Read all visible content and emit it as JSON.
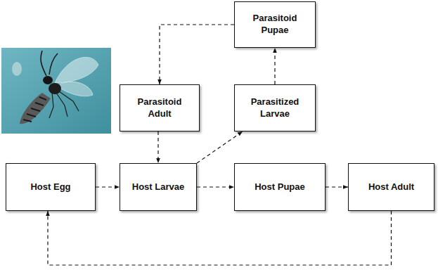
{
  "diagram": {
    "nodes": [
      {
        "text": [
          "Parasitoid Pupae"
        ]
      },
      {
        "text": [
          "Parasitoid Adult"
        ]
      },
      {
        "text": [
          "Parasitized Larvae"
        ]
      },
      {
        "text": [
          "Host Egg"
        ]
      },
      {
        "text": [
          "Host Larvae"
        ]
      },
      {
        "text": [
          "Host Pupae"
        ]
      },
      {
        "text": [
          "Host Adult"
        ]
      }
    ],
    "edges": [
      {
        "from": 0,
        "to": 1,
        "arrow": "to"
      },
      {
        "from": 1,
        "to": 4,
        "arrow": "to"
      },
      {
        "from": 4,
        "to": 2,
        "arrow": "to"
      },
      {
        "from": 2,
        "to": 0,
        "arrow": "to"
      },
      {
        "from": 3,
        "to": 4,
        "arrow": "to"
      },
      {
        "from": 4,
        "to": 5,
        "arrow": "to"
      },
      {
        "from": 5,
        "to": 6,
        "arrow": "to"
      },
      {
        "from": 6,
        "to": 3,
        "arrow": "to"
      }
    ]
  }
}
